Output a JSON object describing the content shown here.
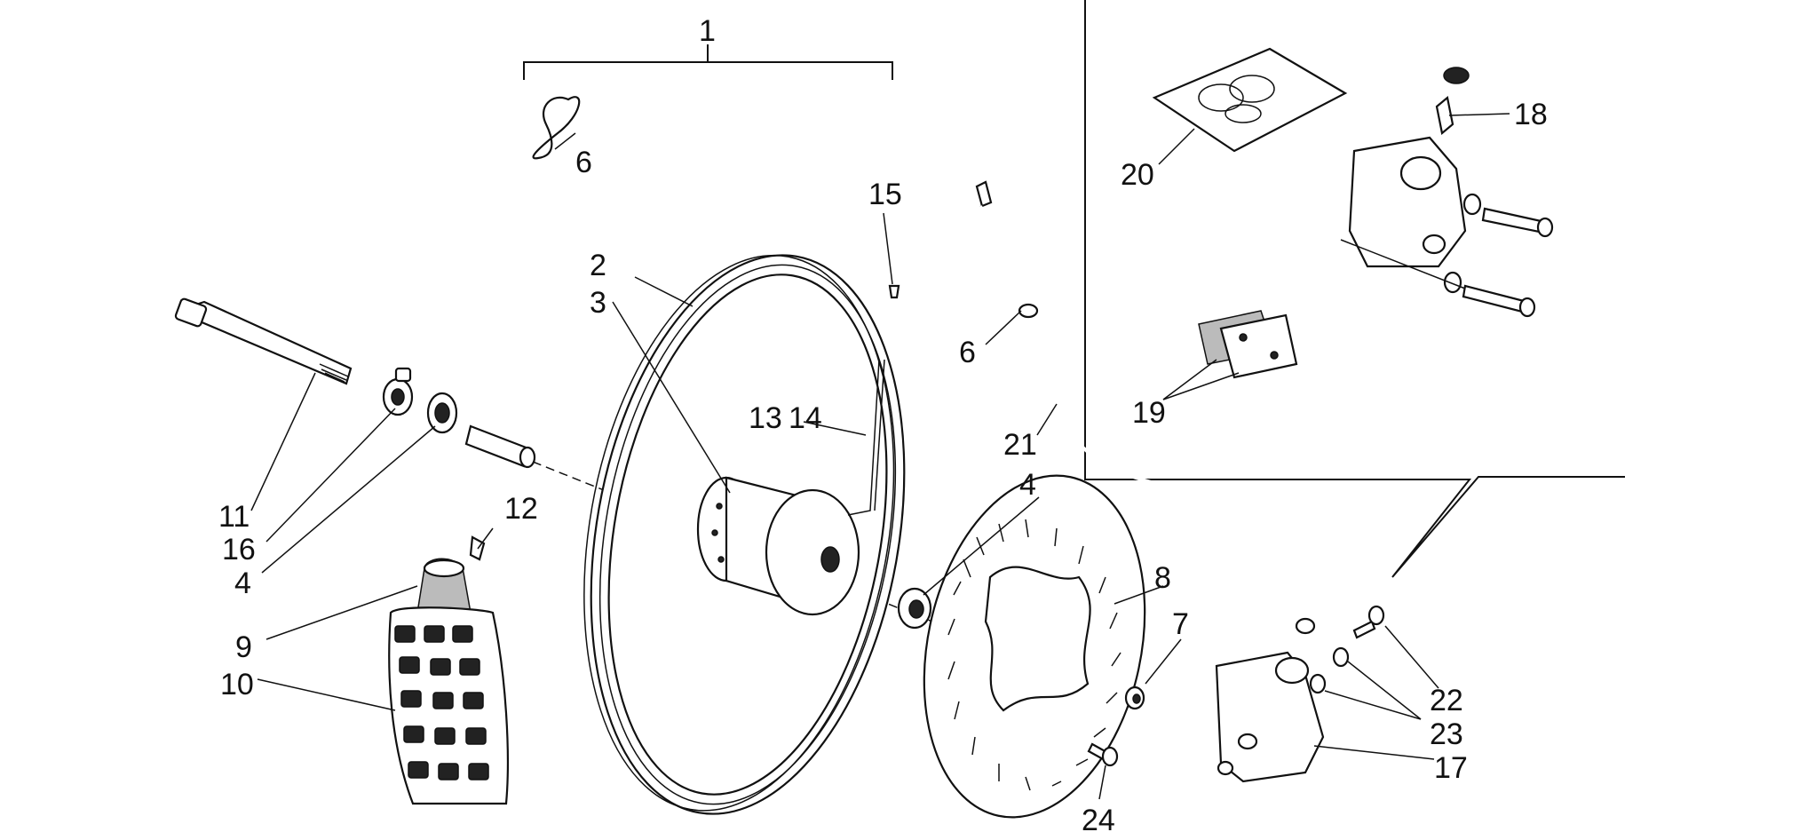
{
  "labels": {
    "l1": "1",
    "l2": "2",
    "l3": "3",
    "l4a": "4",
    "l4b": "4",
    "l6a": "6",
    "l6b": "6",
    "l7": "7",
    "l8": "8",
    "l9": "9",
    "l10": "10",
    "l11": "11",
    "l12": "12",
    "l13": "13",
    "l14": "14",
    "l15": "15",
    "l16": "16",
    "l17": "17",
    "l18": "18",
    "l19": "19",
    "l20": "20",
    "l21": "21",
    "l22": "22",
    "l23": "23",
    "l24": "24"
  }
}
